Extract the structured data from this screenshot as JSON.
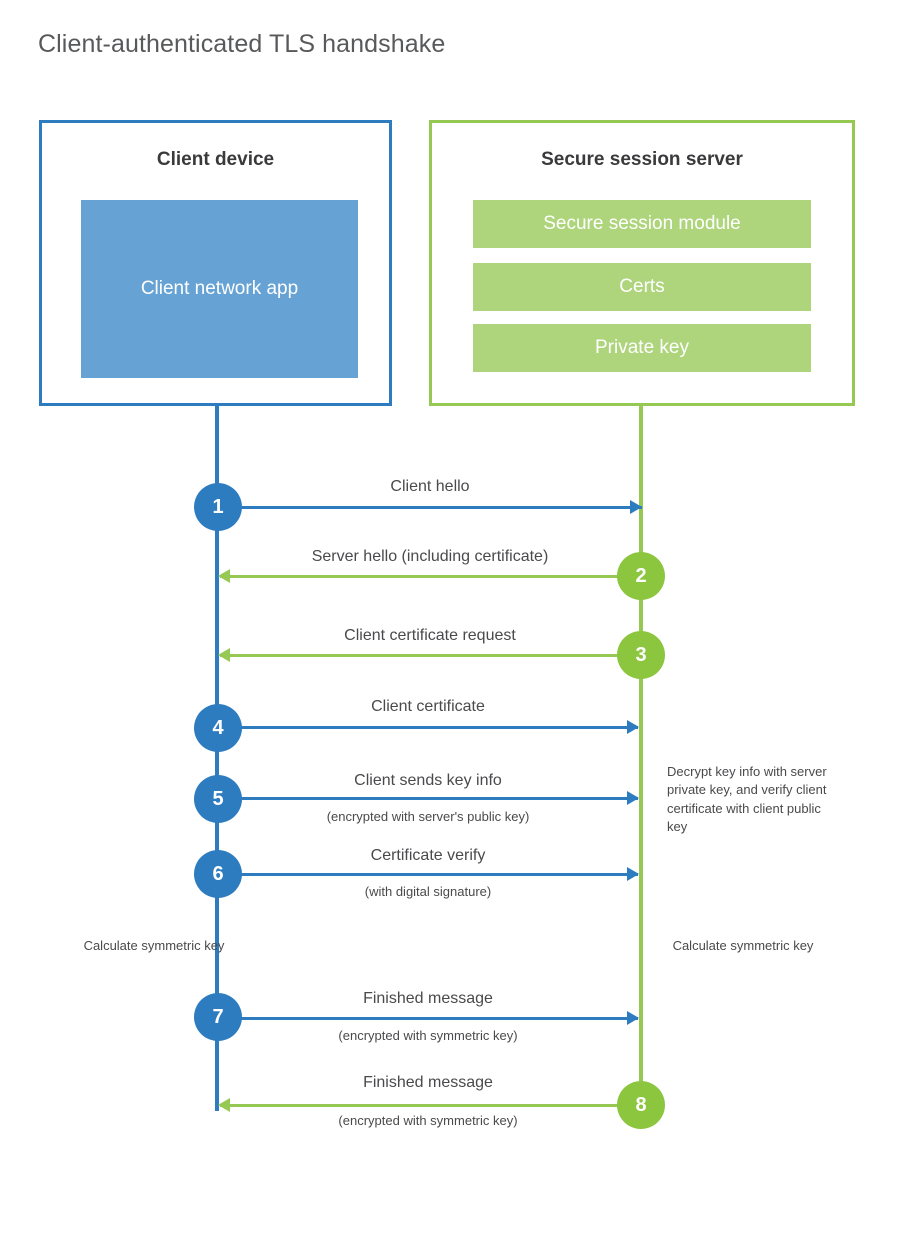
{
  "title": "Client-authenticated TLS handshake",
  "colors": {
    "blue": "#2e7cc0",
    "blue_fill": "#66a2d4",
    "green": "#96c954",
    "green_circle": "#8cc63f",
    "green_fill": "#aed57c",
    "text": "#4a4a4c",
    "title_text": "#58595b"
  },
  "client": {
    "title": "Client device",
    "app_label": "Client network app"
  },
  "server": {
    "title": "Secure session server",
    "components": [
      "Secure session module",
      "Certs",
      "Private key"
    ]
  },
  "steps": [
    {
      "number": "1",
      "label": "Client hello",
      "sub": "",
      "direction": "client-to-server",
      "color": "blue"
    },
    {
      "number": "2",
      "label": "Server hello (including certificate)",
      "sub": "",
      "direction": "server-to-client",
      "color": "green"
    },
    {
      "number": "3",
      "label": "Client certificate request",
      "sub": "",
      "direction": "server-to-client",
      "color": "green"
    },
    {
      "number": "4",
      "label": "Client certificate",
      "sub": "",
      "direction": "client-to-server",
      "color": "blue"
    },
    {
      "number": "5",
      "label": "Client sends key info",
      "sub": "(encrypted with server's public key)",
      "direction": "client-to-server",
      "color": "blue"
    },
    {
      "number": "6",
      "label": "Certificate verify",
      "sub": "(with digital signature)",
      "direction": "client-to-server",
      "color": "blue"
    },
    {
      "number": "7",
      "label": "Finished message",
      "sub": "(encrypted with symmetric key)",
      "direction": "client-to-server",
      "color": "blue"
    },
    {
      "number": "8",
      "label": "Finished message",
      "sub": "(encrypted with symmetric key)",
      "direction": "server-to-client",
      "color": "green"
    }
  ],
  "notes": {
    "server_decrypt": "Decrypt key info with server private key, and verify client certificate with client public key",
    "client_calculate": "Calculate symmetric key",
    "server_calculate": "Calculate symmetric key"
  }
}
